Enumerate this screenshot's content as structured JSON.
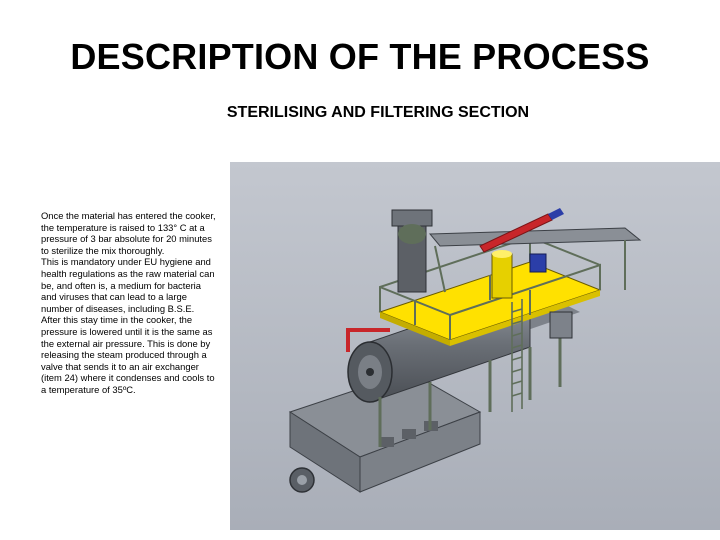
{
  "slide": {
    "title": "DESCRIPTION OF THE PROCESS",
    "subtitle": "STERILISING AND FILTERING SECTION",
    "paragraphs": [
      "Once the material has entered the cooker, the temperature is raised to 133° C at a pressure of 3 bar absolute for 20 minutes to sterilize the mix thoroughly.",
      "This is mandatory under EU hygiene and health regulations as the raw material can be, and often is, a medium for bacteria and viruses that can lead to a large number of diseases, including B.S.E.",
      "After this stay time in the cooker, the pressure is lowered until it is the same as the external air pressure. This is done by releasing the steam produced through a valve that sends it to an air exchanger (item 24) where it condenses and cools to a temperature of 35ºC."
    ]
  },
  "figure": {
    "colors": {
      "background": "#b3b8c2",
      "platform": "#ffe100",
      "vessel": "#6a6f76",
      "frame": "#5f6e5a",
      "pipe_red": "#c8262a",
      "motor_blue": "#2b3ea8",
      "conveyor": "#8a8f96"
    }
  }
}
